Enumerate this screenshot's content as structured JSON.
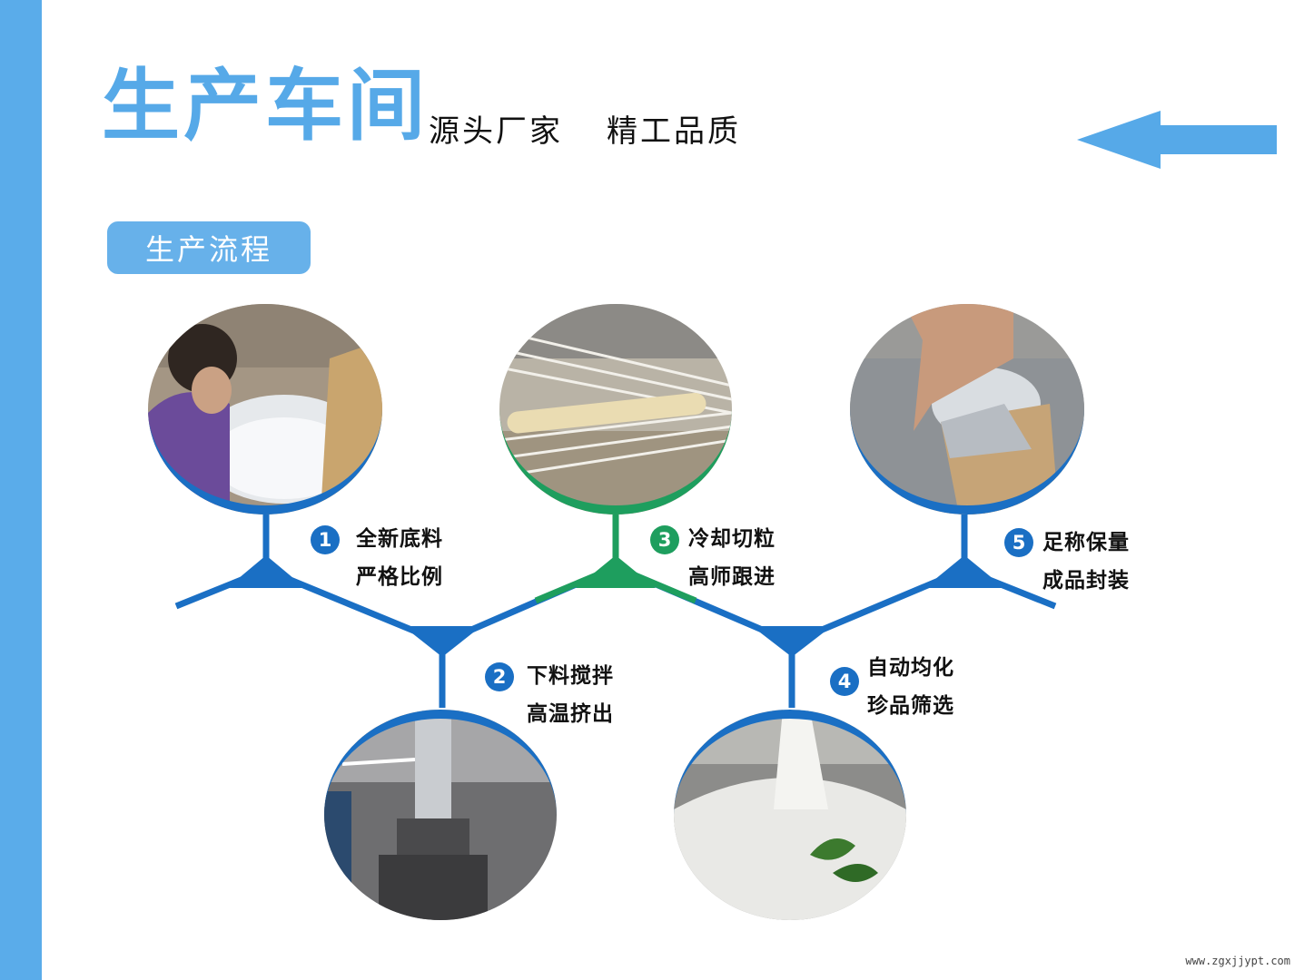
{
  "header": {
    "title": "生产车间",
    "slogan_1": "源头厂家",
    "slogan_2": "精工品质",
    "arrow_icon": "left-arrow-icon"
  },
  "section": {
    "label": "生产流程"
  },
  "colors": {
    "blue": "#1a6fc4",
    "light_blue": "#5aacea",
    "green": "#1e9e5e"
  },
  "steps": [
    {
      "num": "1",
      "line1": "全新底料",
      "line2": "严格比例"
    },
    {
      "num": "2",
      "line1": "下料搅拌",
      "line2": "高温挤出"
    },
    {
      "num": "3",
      "line1": "冷却切粒",
      "line2": "高师跟进"
    },
    {
      "num": "4",
      "line1": "自动均化",
      "line2": "珍品筛选"
    },
    {
      "num": "5",
      "line1": "足称保量",
      "line2": "成品封装"
    }
  ],
  "watermark": "www.zgxjjypt.com"
}
